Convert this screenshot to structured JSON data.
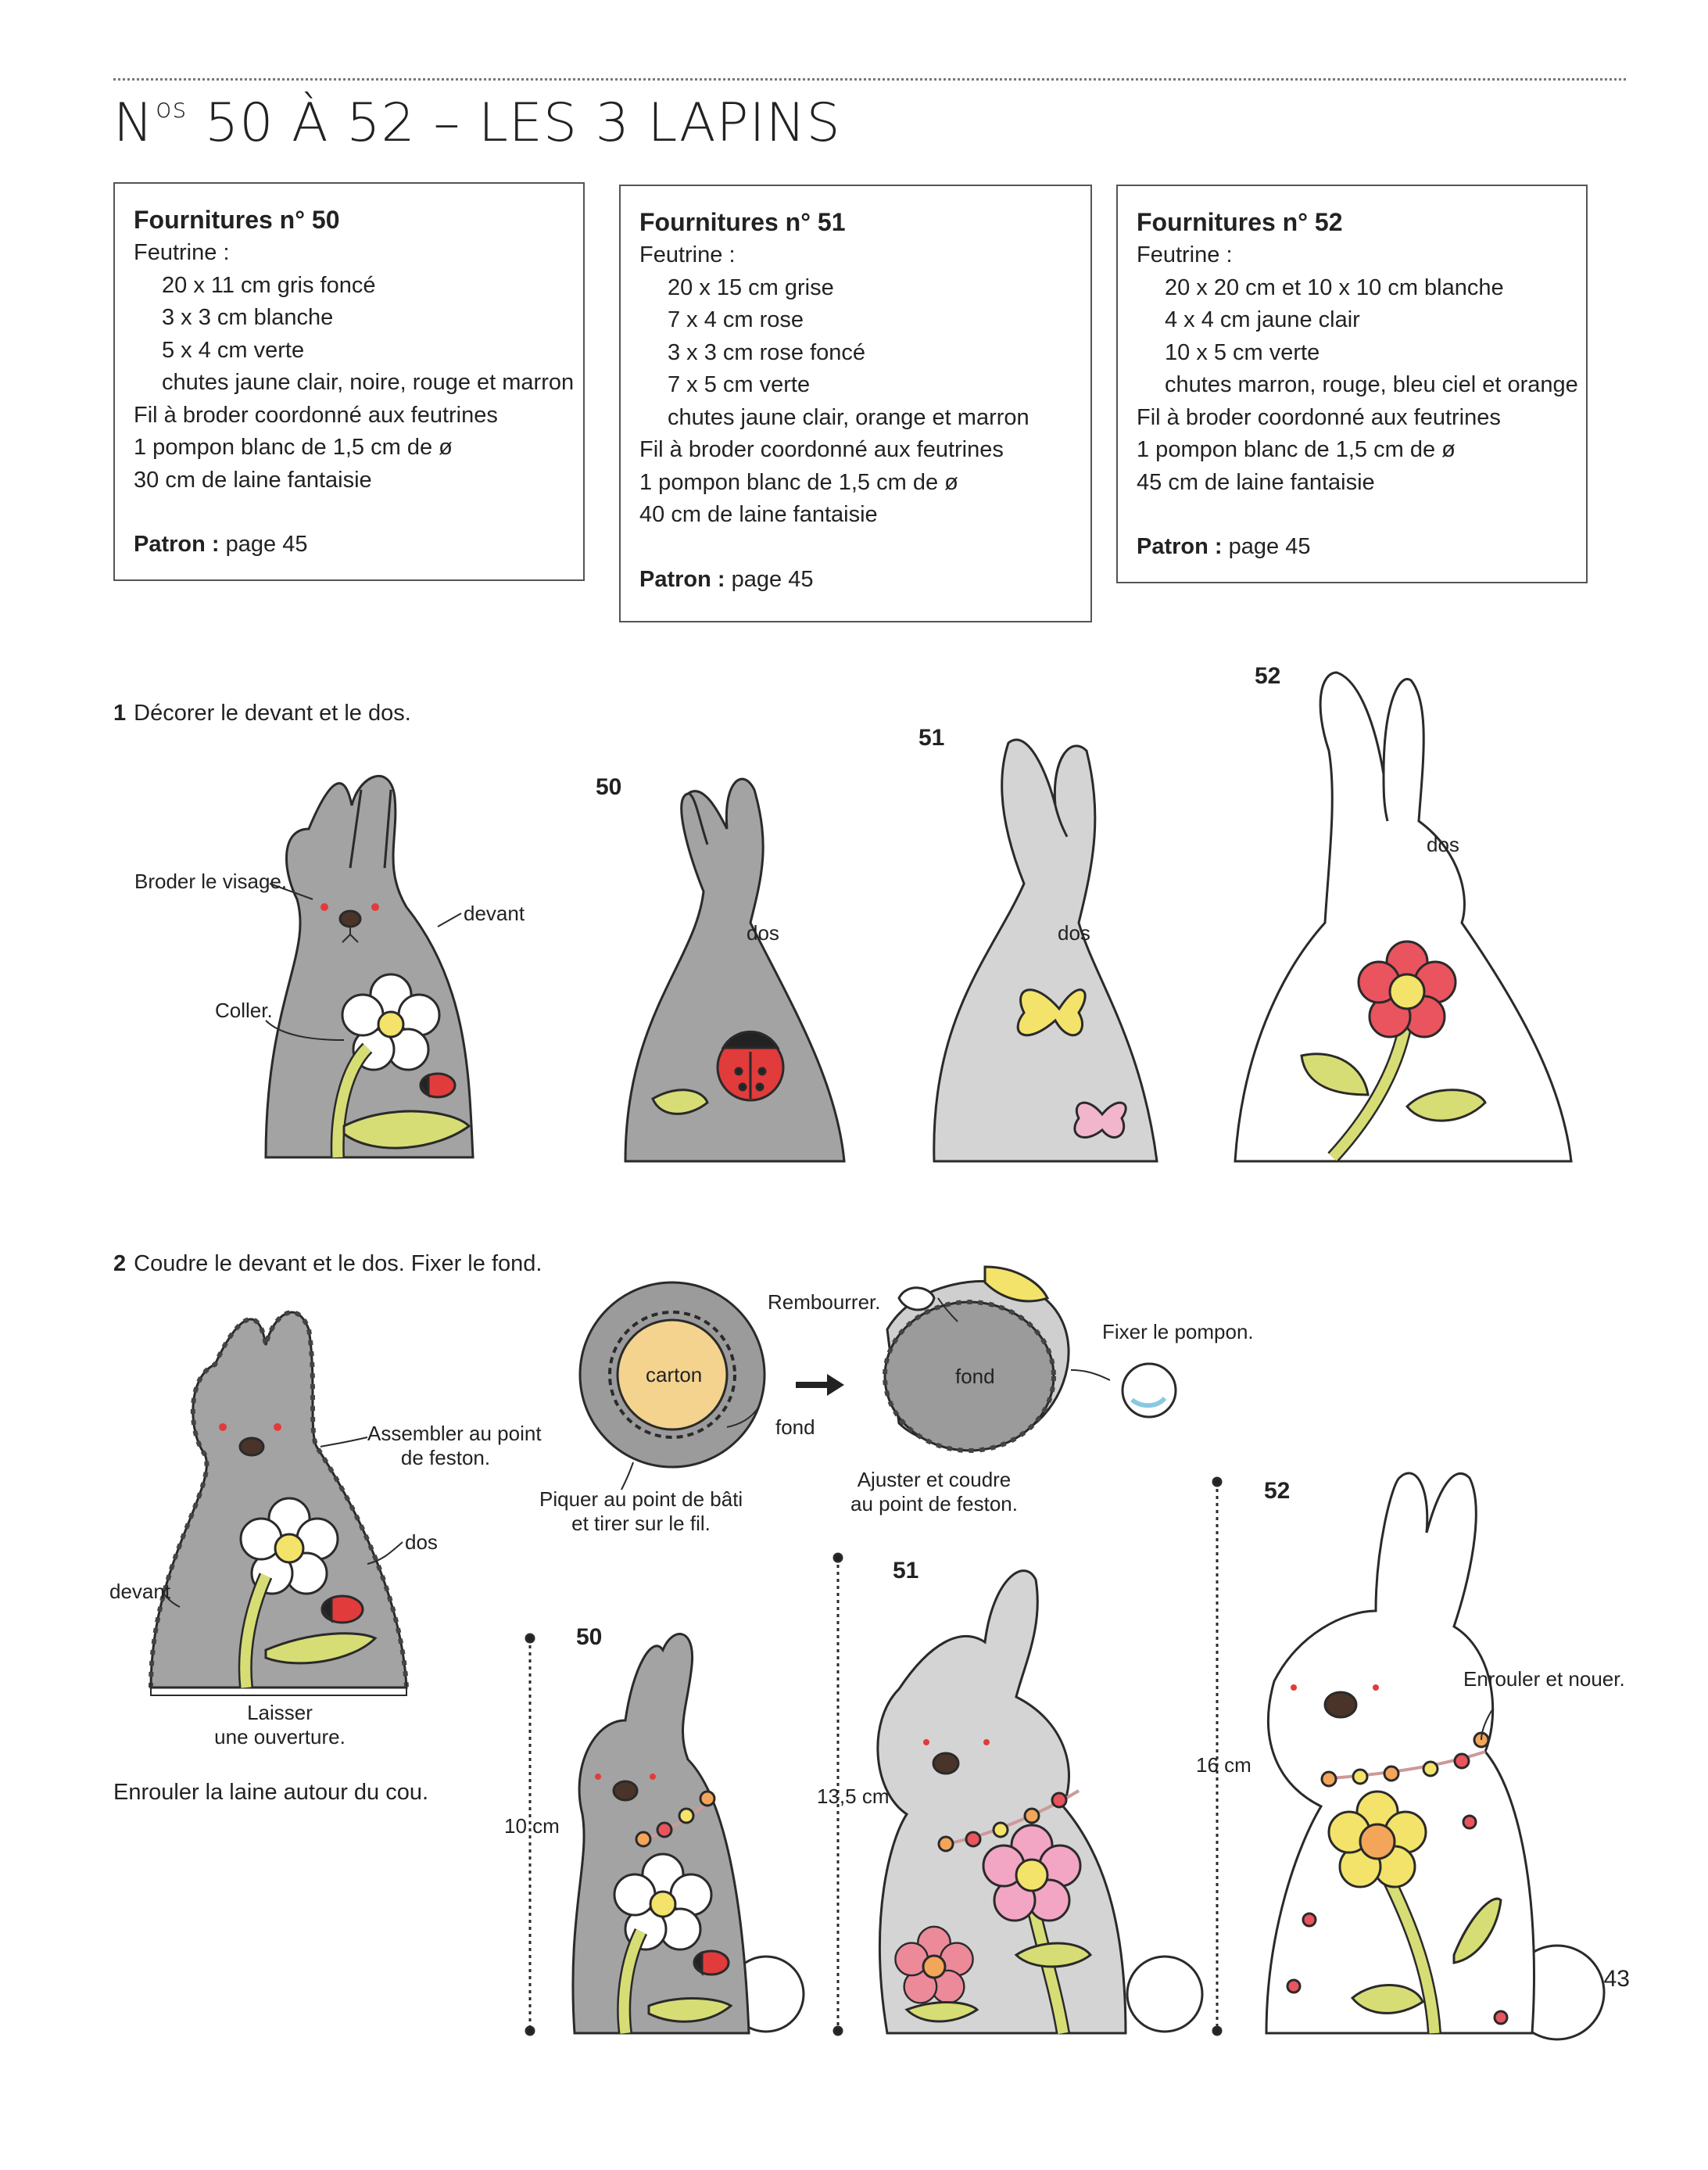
{
  "header": {
    "title_main": "N",
    "title_sup": "os",
    "title_rest": " 50 À 52 – LES 3 LAPINS"
  },
  "supplies": [
    {
      "title": "Fournitures n° 50",
      "material": "Feutrine :",
      "items": [
        "20 x 11 cm gris foncé",
        "3 x 3 cm blanche",
        "5 x 4 cm verte",
        "chutes jaune clair, noire, rouge et marron"
      ],
      "extras": [
        "Fil à broder coordonné aux feutrines",
        "1 pompon blanc de 1,5 cm de ø",
        "30 cm de laine fantaisie"
      ],
      "pattern_label": "Patron :",
      "pattern_page": "page 45"
    },
    {
      "title": "Fournitures n° 51",
      "material": "Feutrine :",
      "items": [
        "20 x 15 cm grise",
        "7 x 4 cm rose",
        "3 x 3 cm rose foncé",
        "7 x 5 cm verte",
        "chutes jaune clair, orange et marron"
      ],
      "extras": [
        "Fil à broder coordonné aux feutrines",
        "1 pompon blanc de 1,5 cm de ø",
        "40 cm de laine fantaisie"
      ],
      "pattern_label": "Patron :",
      "pattern_page": "page 45"
    },
    {
      "title": "Fournitures n° 52",
      "material": "Feutrine :",
      "items": [
        "20 x 20 cm et 10 x 10 cm blanche",
        "4 x 4 cm jaune clair",
        "10 x 5 cm verte",
        "chutes marron, rouge, bleu ciel et orange"
      ],
      "extras": [
        "Fil à broder coordonné aux feutrines",
        "1 pompon blanc de 1,5 cm de ø",
        "45 cm de laine fantaisie"
      ],
      "pattern_label": "Patron :",
      "pattern_page": "page 45"
    }
  ],
  "steps": {
    "step1": {
      "num": "1",
      "text": "Décorer le devant et le dos."
    },
    "step2": {
      "num": "2",
      "text": "Coudre le devant et le dos. Fixer le fond."
    },
    "final": "Enrouler la laine autour du cou."
  },
  "labels": {
    "broder": "Broder le visage.",
    "coller": "Coller.",
    "devant": "devant",
    "dos": "dos",
    "n50": "50",
    "n51": "51",
    "n52": "52",
    "assembler_1": "Assembler au point",
    "assembler_2": "de feston.",
    "laisser_1": "Laisser",
    "laisser_2": "une ouverture.",
    "carton": "carton",
    "fond": "fond",
    "piquer_1": "Piquer au point de bâti",
    "piquer_2": "et tirer sur le fil.",
    "rembourrer": "Rembourrer.",
    "fixer_pompon": "Fixer le pompon.",
    "ajuster_1": "Ajuster et coudre",
    "ajuster_2": "au point de feston.",
    "enrouler_nouer": "Enrouler et nouer.",
    "h10": "10 cm",
    "h135": "13,5 cm",
    "h16": "16 cm"
  },
  "page_number": "43",
  "colors": {
    "felt_dark_grey": "#9a9a9a",
    "felt_grey": "#c9c9c9",
    "felt_white": "#ffffff",
    "leaf_green": "#c9d36a",
    "flower_yellow": "#f3e36a",
    "flower_pink": "#f2a6c4",
    "flower_red": "#e9545e",
    "ladybug_red": "#e23b3b",
    "outline": "#2a2a2a"
  },
  "icons": [
    "rabbit-illustration",
    "ladybug-icon",
    "flower-icon",
    "butterfly-icon",
    "leaf-icon",
    "arrow-right-icon",
    "pompon-icon",
    "necklace-icon"
  ]
}
